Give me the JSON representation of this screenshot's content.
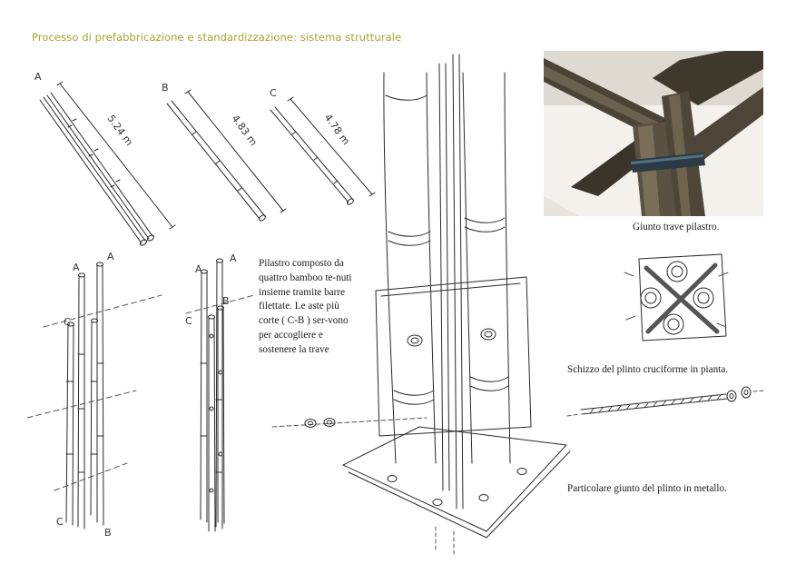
{
  "title": "Processo di prefabbricazione e standardizzazione: sistema strutturale",
  "bamboo_lengths": [
    {
      "label": "A",
      "length": "5.24 m"
    },
    {
      "label": "B",
      "length": "4.83 m"
    },
    {
      "label": "C",
      "length": "4.78 m"
    }
  ],
  "bundle_labels": {
    "left": {
      "top_a1": "A",
      "top_a2": "A",
      "side_c": "C",
      "bottom_c": "C",
      "bottom_b": "B"
    },
    "right": {
      "top_a1": "A",
      "top_a2": "A",
      "side_b": "B",
      "side_c": "C"
    }
  },
  "description": "Pilastro composto da quattro bamboo te-nuti insieme tramite barre filettate. Le aste più corte ( C-B ) ser-vono per accogliere e sostenere la trave",
  "captions": {
    "photo": "Giunto trave pilastro.",
    "plan_sketch": "Schizzo del plinto cruciforme in pianta.",
    "metal_joint": "Particolare giunto del plinto in metallo."
  },
  "colors": {
    "title": "#a8a32e",
    "ink": "#2a2a2a"
  }
}
